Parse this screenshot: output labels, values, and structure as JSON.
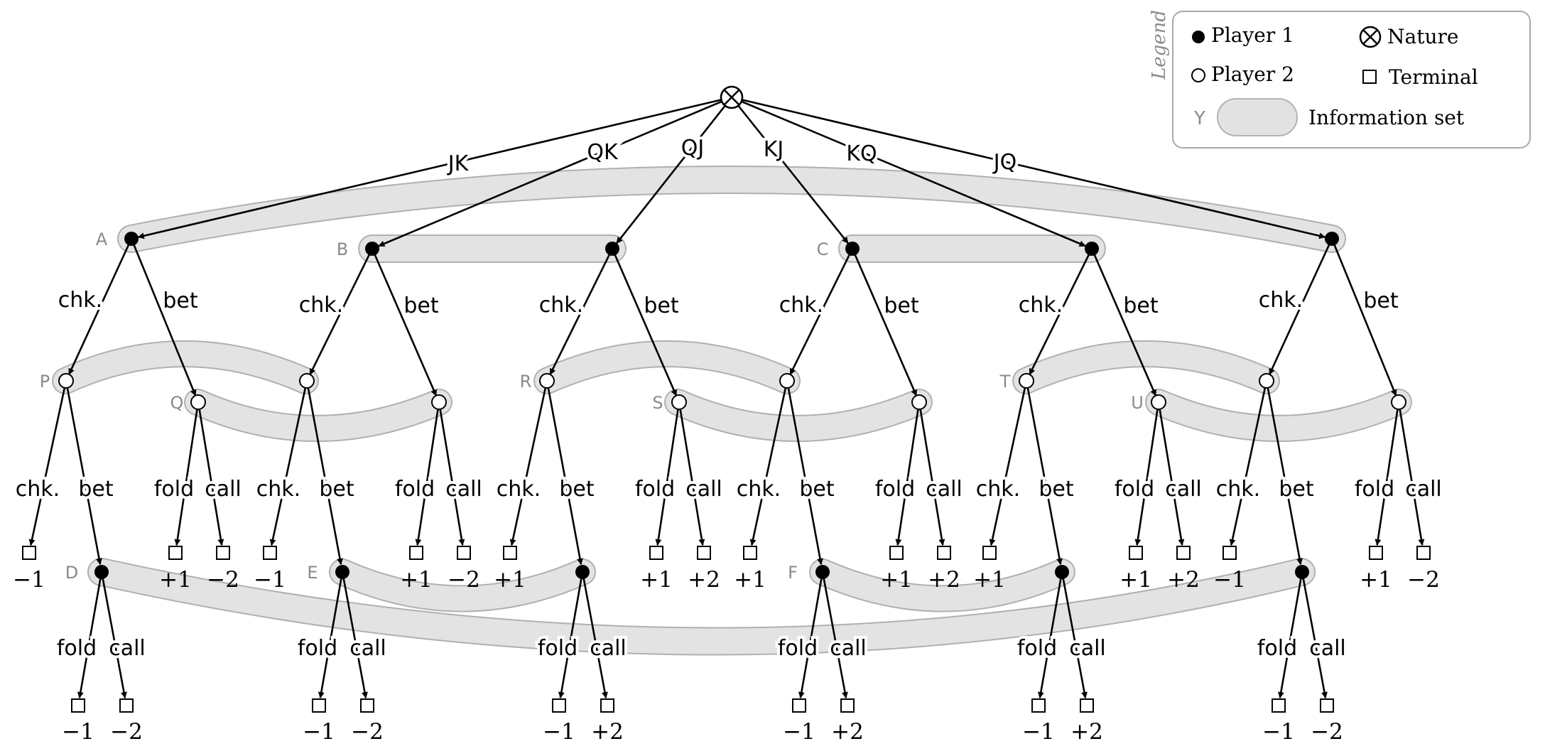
{
  "legend": {
    "title": "Legend",
    "player1": "Player 1",
    "player2": "Player 2",
    "nature": "Nature",
    "terminal": "Terminal",
    "infoset_symbol": "Y",
    "infoset": "Information set"
  },
  "deals": [
    "JK",
    "QK",
    "QJ",
    "KJ",
    "KQ",
    "JQ"
  ],
  "p1_nodes": [
    "A",
    "B",
    "",
    "C",
    "",
    ""
  ],
  "p2_labels": [
    "P",
    "Q",
    "",
    "",
    "R",
    "S",
    "",
    "",
    "T",
    "U",
    "",
    ""
  ],
  "p1b_labels": [
    "D",
    "E",
    "",
    "F",
    "",
    ""
  ],
  "actions": {
    "check": "chk.",
    "bet": "bet",
    "fold": "fold",
    "call": "call"
  },
  "payoffs_after_check": [
    "−1",
    "−1",
    "+1",
    "+1",
    "+1",
    "−1"
  ],
  "payoffs_after_bet": [
    [
      "+1",
      "−2"
    ],
    [
      "+1",
      "−2"
    ],
    [
      "+1",
      "+2"
    ],
    [
      "+1",
      "+2"
    ],
    [
      "+1",
      "+2"
    ],
    [
      "+1",
      "−2"
    ]
  ],
  "payoffs_deep": [
    [
      "−1",
      "−2"
    ],
    [
      "−1",
      "−2"
    ],
    [
      "−1",
      "+2"
    ],
    [
      "−1",
      "+2"
    ],
    [
      "−1",
      "+2"
    ],
    [
      "−1",
      "−2"
    ]
  ]
}
